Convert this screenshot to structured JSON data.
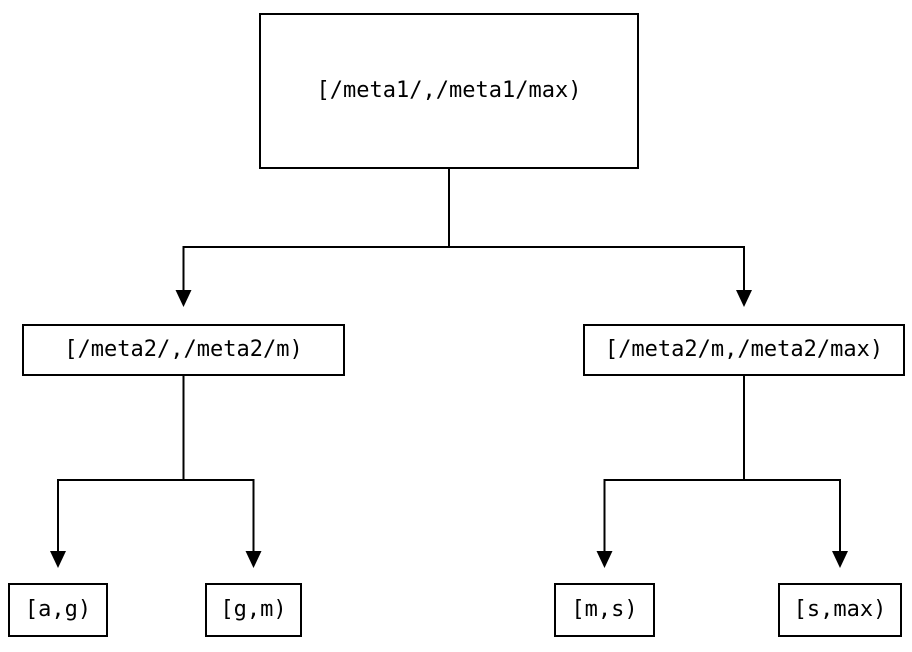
{
  "diagram": {
    "type": "tree",
    "colors": {
      "background": "#ffffff",
      "line": "#000000",
      "node_fill": "#ffffff",
      "node_border": "#000000",
      "text": "#000000"
    },
    "nodes": [
      {
        "id": "root",
        "label": "[/meta1/,/meta1/max)"
      },
      {
        "id": "left",
        "label": "[/meta2/,/meta2/m)"
      },
      {
        "id": "right",
        "label": "[/meta2/m,/meta2/max)"
      },
      {
        "id": "leaf-ag",
        "label": "[a,g)"
      },
      {
        "id": "leaf-gm",
        "label": "[g,m)"
      },
      {
        "id": "leaf-ms",
        "label": "[m,s)"
      },
      {
        "id": "leaf-smax",
        "label": "[s,max)"
      }
    ],
    "edges": [
      {
        "from": "root",
        "to": "left"
      },
      {
        "from": "root",
        "to": "right"
      },
      {
        "from": "left",
        "to": "leaf-ag"
      },
      {
        "from": "left",
        "to": "leaf-gm"
      },
      {
        "from": "right",
        "to": "leaf-ms"
      },
      {
        "from": "right",
        "to": "leaf-smax"
      }
    ]
  }
}
